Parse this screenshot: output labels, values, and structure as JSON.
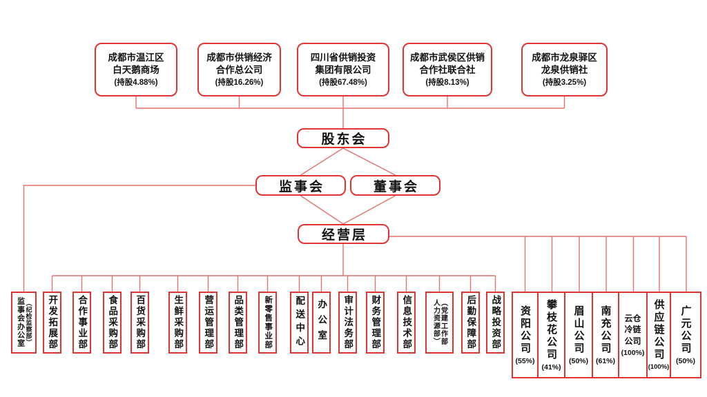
{
  "colors": {
    "box_border": "#e23333",
    "connector_line": "#e57070",
    "text": "#111111"
  },
  "shareholders": [
    {
      "line1": "成都市温江区",
      "line2": "白天鹅商场",
      "share": "(持股4.88%)"
    },
    {
      "line1": "成都市供销经济",
      "line2": "合作总公司",
      "share": "(持股16.26%)"
    },
    {
      "line1": "四川省供销投资",
      "line2": "集团有限公司",
      "share": "(持股67.48%)"
    },
    {
      "line1": "成都市武侯区供销",
      "line2": "合作社联合社",
      "share": "(持股8.13%)"
    },
    {
      "line1": "成都市龙泉驿区",
      "line2": "龙泉供销社",
      "share": "(持股3.25%)"
    }
  ],
  "governance": {
    "shareholders_meeting": "股东会",
    "supervisory_board": "监事会",
    "board_of_directors": "董事会",
    "management": "经营层"
  },
  "departments": [
    {
      "col_left": "监事会办公室",
      "col_right": "（纪检监察部）"
    },
    {
      "label": "开发拓展部"
    },
    {
      "label": "合作事业部"
    },
    {
      "label": "食品采购部"
    },
    {
      "label": "百货采购部"
    },
    {
      "label": "生鲜采购部"
    },
    {
      "label": "营运管理部"
    },
    {
      "label": "品类管理部"
    },
    {
      "label": "新零售事业部"
    },
    {
      "label": "配送中心"
    },
    {
      "label": "办公室"
    },
    {
      "label": "审计法务部"
    },
    {
      "label": "财务管理部"
    },
    {
      "label": "信息技术部"
    },
    {
      "col_left": "人力资源部）",
      "col_right": "（党建工作部"
    },
    {
      "label": "后勤保障部"
    },
    {
      "label": "战略投资部"
    }
  ],
  "companies": [
    {
      "name": "资阳公司",
      "share": "(55%)"
    },
    {
      "name": "攀枝花公司",
      "share": "(41%)"
    },
    {
      "name": "眉山公司",
      "share": "(50%)"
    },
    {
      "name": "南充公司",
      "share": "(61%)"
    },
    {
      "name": "云仓冷链公司",
      "share": "(100%)"
    },
    {
      "name": "供应链公司",
      "share": "(100%)"
    },
    {
      "name": "广元公司",
      "share": "(50%)"
    }
  ]
}
